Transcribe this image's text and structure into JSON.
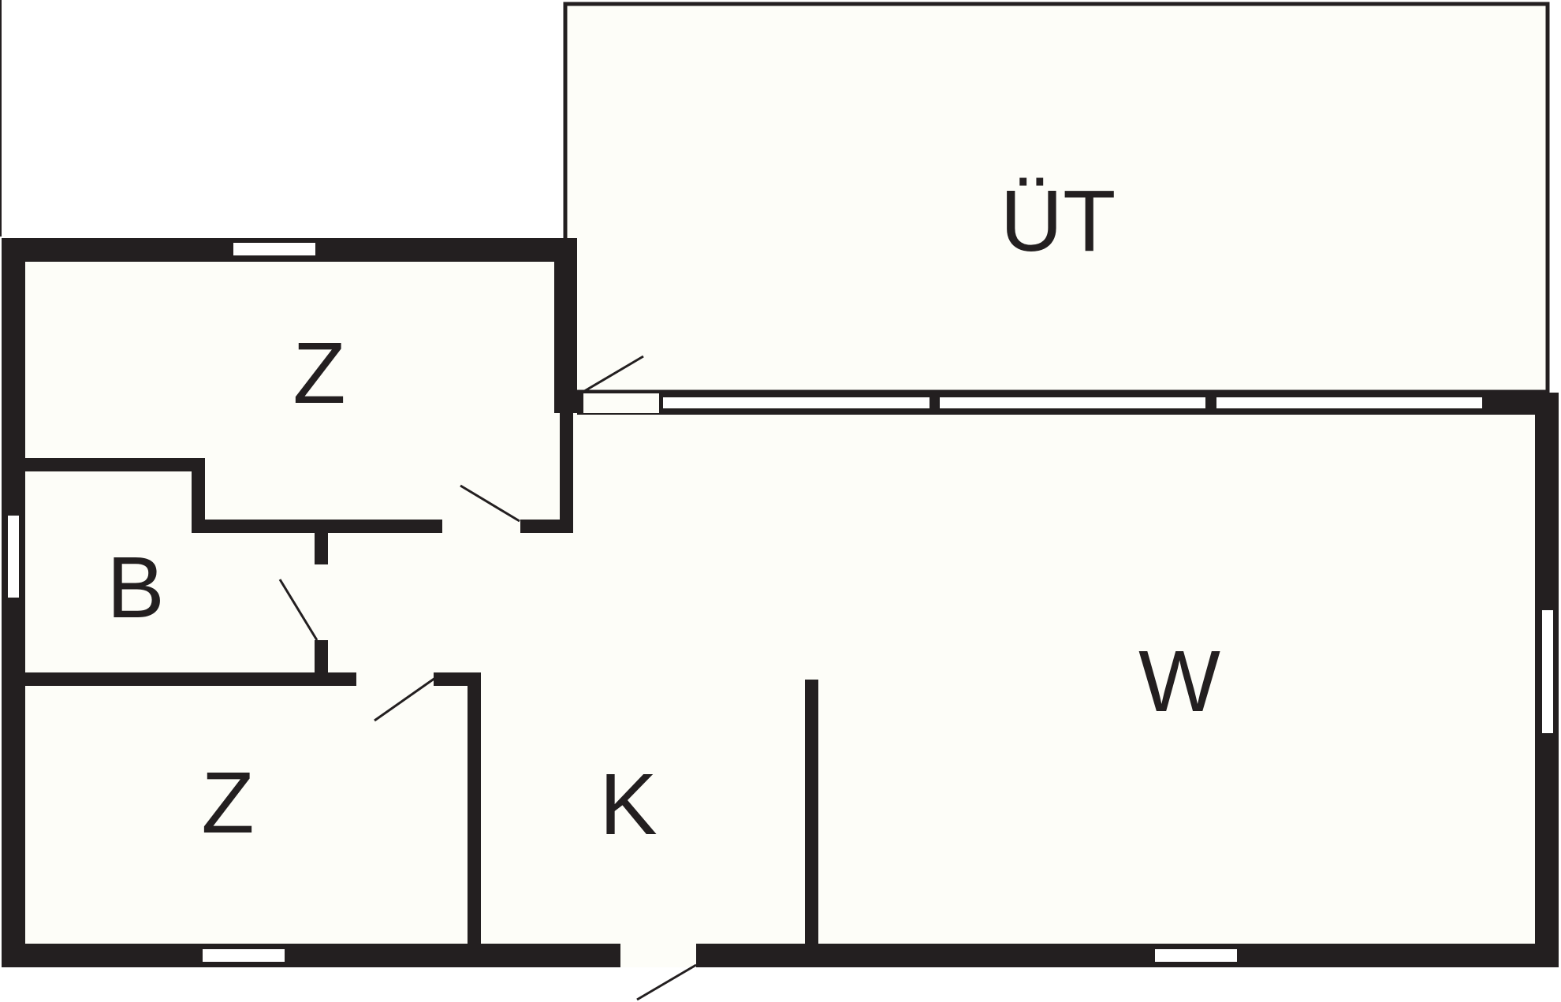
{
  "plan": {
    "colors": {
      "wall": "#231f20",
      "floor": "#fdfdf8",
      "background": "#ffffff",
      "window_fill": "#ffffff"
    },
    "rooms": [
      {
        "id": "terrace",
        "label": "ÜT"
      },
      {
        "id": "bedroom-top",
        "label": "Z"
      },
      {
        "id": "bathroom",
        "label": "B"
      },
      {
        "id": "bedroom-bottom",
        "label": "Z"
      },
      {
        "id": "kitchen",
        "label": "K"
      },
      {
        "id": "living",
        "label": "W"
      }
    ]
  }
}
